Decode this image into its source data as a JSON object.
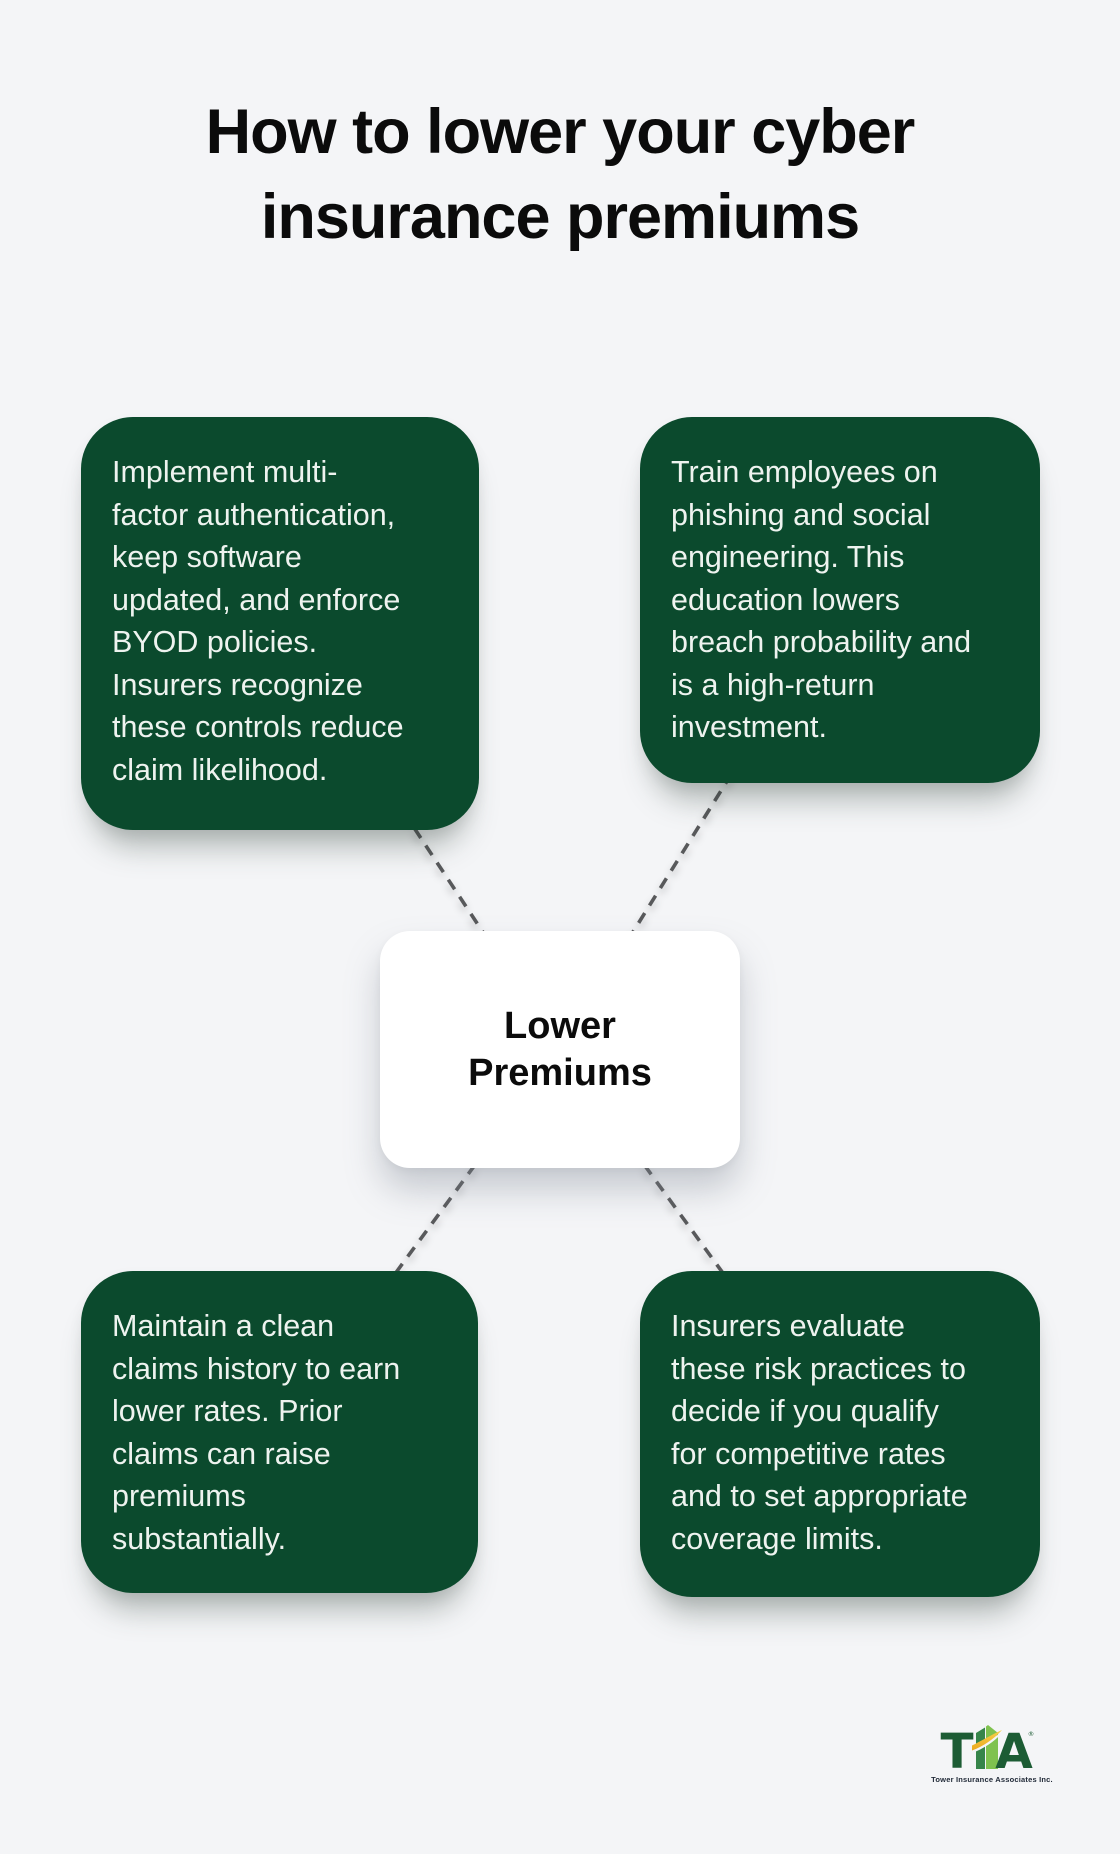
{
  "page": {
    "title": "How to lower your cyber\ninsurance premiums"
  },
  "center": {
    "label": "Lower\nPremiums"
  },
  "boxes": [
    {
      "id": "top-left",
      "text": "Implement multi-\nfactor authentication,\nkeep software\nupdated, and enforce\nBYOD policies.\nInsurers recognize\nthese controls reduce\nclaim likelihood."
    },
    {
      "id": "top-right",
      "text": "Train employees on\nphishing and social\nengineering. This\neducation lowers\nbreach probability and\nis a high-return\ninvestment."
    },
    {
      "id": "bottom-left",
      "text": "Maintain a clean\nclaims history to earn\nlower rates. Prior\nclaims can raise\npremiums\nsubstantially."
    },
    {
      "id": "bottom-right",
      "text": "Insurers evaluate\nthese risk practices to\ndecide if you qualify\nfor competitive rates\nand to set appropriate\ncoverage limits."
    }
  ],
  "logo": {
    "letter_t": "T",
    "letter_a": "A",
    "registered": "®",
    "tagline": "Tower Insurance Associates Inc."
  },
  "colors": {
    "background": "#f4f5f7",
    "box_green": "#0b4a2d",
    "text_on_green": "#eef3ef",
    "heading_black": "#0b0b0b",
    "dash_gray": "#58595b",
    "card_white": "#ffffff",
    "logo_dark_green": "#1c5c34",
    "logo_mid_green": "#36854a",
    "logo_light_green": "#7fc24f",
    "swoosh_yellow_top": "#f7d24b",
    "swoosh_yellow_bottom": "#eca81d",
    "tagline_navy": "#212a38"
  }
}
